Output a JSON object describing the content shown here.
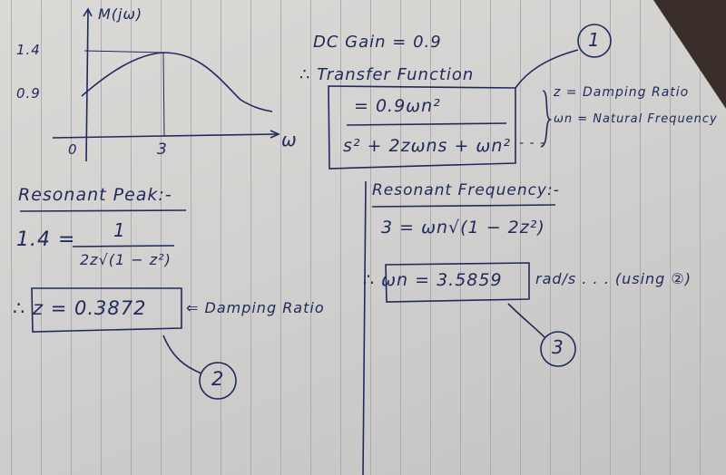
{
  "graph": {
    "y_axis_label": "M(jω)",
    "x_axis_label": "ω",
    "y_ticks": [
      "1.4",
      "0.9"
    ],
    "x_ticks": [
      "0",
      "3"
    ]
  },
  "dc_gain": "DC Gain = 0.9",
  "transfer_function": {
    "heading": "∴ Transfer Function",
    "numerator": "= 0.9ωn²",
    "denominator": "s² + 2zωns + ωn²",
    "equation_tag": "1",
    "legend": [
      "z = Damping Ratio",
      "ωn = Natural Frequency"
    ]
  },
  "resonant_peak": {
    "heading": "Resonant Peak:-",
    "equation_lhs": "1.4 =",
    "numerator": "1",
    "denominator": "2z√(1 − z²)",
    "result": "∴ z = 0.3872",
    "result_note": "⇐ Damping Ratio",
    "equation_tag": "2"
  },
  "resonant_frequency": {
    "heading": "Resonant Frequency:-",
    "equation": "3 = ωn√(1 − 2z²)",
    "result": "∴ ωn = 3.5859",
    "result_note": "rad/s . . . (using ②)",
    "equation_tag": "3"
  }
}
